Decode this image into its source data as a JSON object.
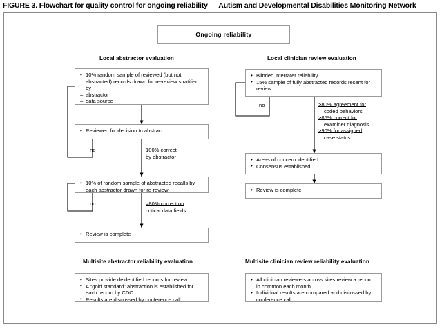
{
  "figure": {
    "title": "FIGURE 3. Flowchart for quality control for ongoing reliability — Autism and Developmental Disabilities Monitoring Network"
  },
  "top": {
    "label": "Ongoing reliability"
  },
  "left_column": {
    "heading": "Local abstractor evaluation",
    "box1": {
      "items": [
        "10% random sample of reviewed (but not abstracted) records drawn for re-review stratified by",
        "abstractor",
        "data source"
      ]
    },
    "box2": {
      "items": [
        "Reviewed for decision to abstract"
      ]
    },
    "box3": {
      "items": [
        "10% of random sample of abstracted recalls by each abstractor drawn for re-review"
      ]
    },
    "box4": {
      "items": [
        "Review is complete"
      ]
    },
    "edge_no_1": "no",
    "edge_no_2": "no",
    "edge_yes_1_line1": "100% correct",
    "edge_yes_1_line2": "by abstractor",
    "edge_yes_2_line1": ">80% correct on",
    "edge_yes_2_line2": "critical data fields"
  },
  "right_column": {
    "heading": "Local clinician review evaluation",
    "box1": {
      "items": [
        "Blinded interrater reliability",
        "15% sample of fully abstracted records resent for review"
      ]
    },
    "box2": {
      "items": [
        "Areas of concern identified",
        "Consensus established"
      ]
    },
    "box3": {
      "items": [
        "Review is complete"
      ]
    },
    "edge_no": "no",
    "criteria": [
      {
        "lead": ">80% agreement for",
        "cont": "coded behaviors"
      },
      {
        "lead": ">85% correct for",
        "cont": "examiner diagnosis"
      },
      {
        "lead": ">90% for assigned",
        "cont": "case status"
      }
    ]
  },
  "bottom_left": {
    "heading": "Multisite abstractor reliability evaluation",
    "items": [
      "Sites provide deidentified records for review",
      "A “gold standard” abstraction is established for each record by CDC",
      "Results are discussed by conference call"
    ]
  },
  "bottom_right": {
    "heading": "Multisite clinician review reliability evaluation",
    "items": [
      "All clinician reviewers across sites review a record in common each month",
      "Individual results are compared and discussed by conference call"
    ]
  },
  "colors": {
    "frame_border": "#8a8a8a",
    "box_border": "#9a9a9a",
    "line": "#000000",
    "text": "#000000",
    "background": "#ffffff"
  }
}
